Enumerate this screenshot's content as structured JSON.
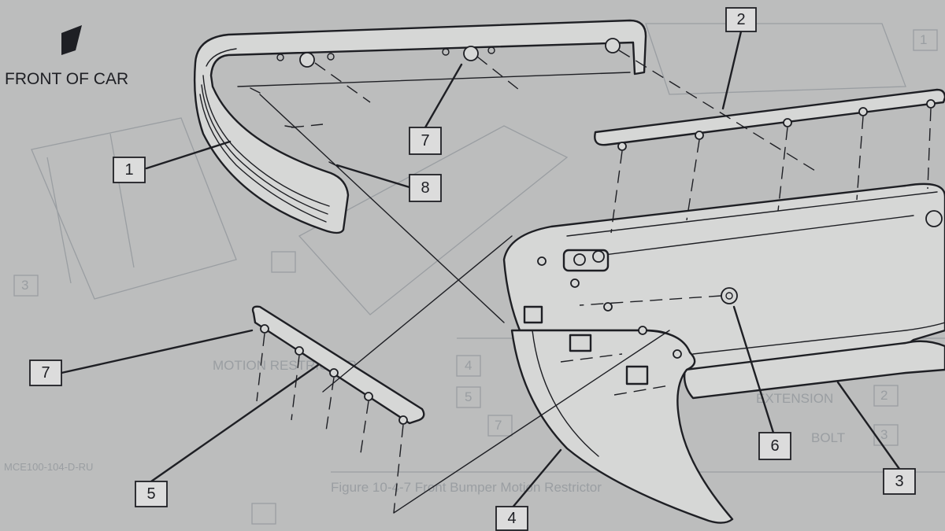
{
  "orientation_label": "FRONT OF CAR",
  "callouts": [
    {
      "id": "c1",
      "text": "1"
    },
    {
      "id": "c2",
      "text": "2"
    },
    {
      "id": "c3",
      "text": "3"
    },
    {
      "id": "c4",
      "text": "4"
    },
    {
      "id": "c5",
      "text": "5"
    },
    {
      "id": "c6",
      "text": "6"
    },
    {
      "id": "c7a",
      "text": "7"
    },
    {
      "id": "c7b",
      "text": "7"
    },
    {
      "id": "c8",
      "text": "8"
    }
  ],
  "ghost_text": {
    "caption": "Figure 10-4-7 Front Bumper Motion Restrictor",
    "extension": "EXTENSION",
    "bolt": "BOLT",
    "motion_restrictor": "MOTION RESTRICTOR",
    "code": "MCE100-104-D-RU",
    "n2": "2",
    "n3": "3",
    "n4": "4",
    "n5": "5",
    "n7": "7",
    "n1_top": "1",
    "n3_left": "3"
  }
}
